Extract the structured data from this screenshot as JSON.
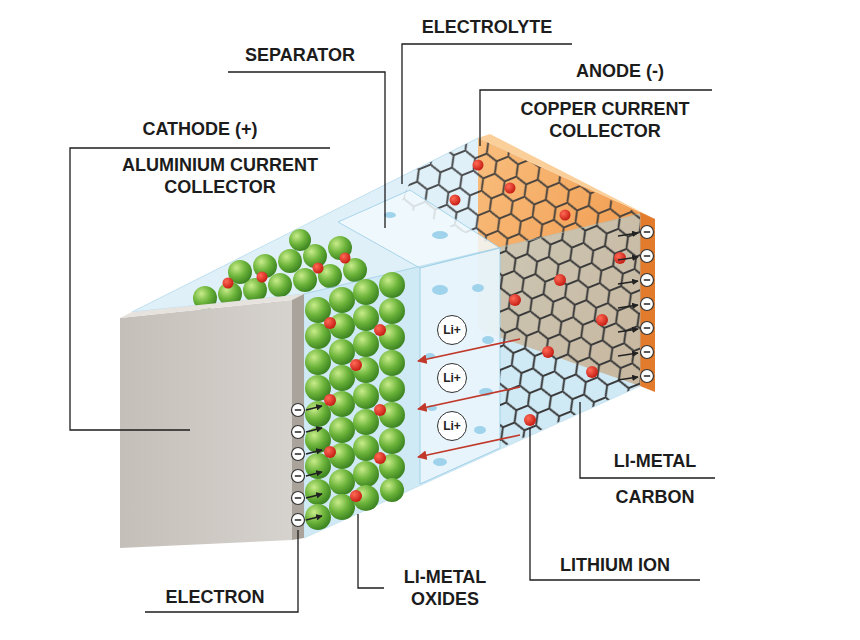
{
  "diagram": {
    "nodes": [
      {
        "text": [
          "Li+"
        ]
      },
      {
        "text": [
          "Li+"
        ]
      },
      {
        "text": [
          "Li+"
        ]
      }
    ],
    "labels": [
      "ELECTROLYTE",
      "SEPARATOR",
      "ANODE (-)",
      "COPPER CURRENT COLLECTOR",
      "CATHODE (+)",
      "ALUMINIUM CURRENT COLLECTOR",
      "LI-METAL",
      "CARBON",
      "LITHIUM ION",
      "ELECTRON",
      "LI-METAL OXIDES"
    ]
  }
}
